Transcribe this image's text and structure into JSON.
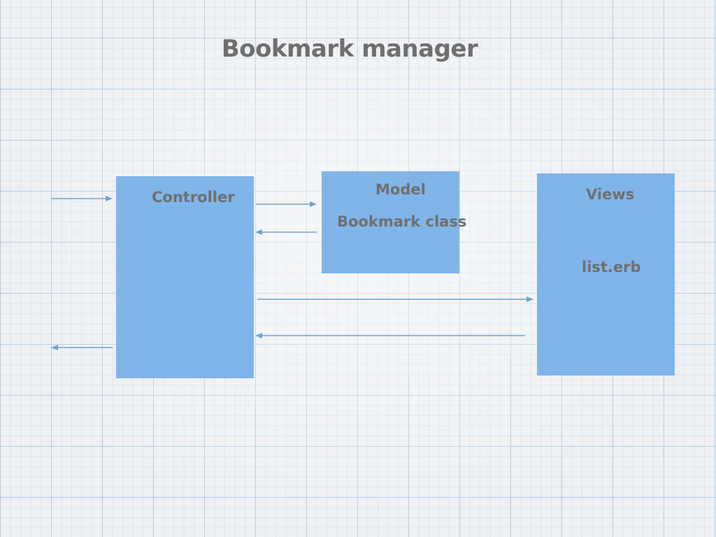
{
  "title": "Bookmark manager",
  "colors": {
    "box_fill": "#80b5e9",
    "text": "#6f6f6f",
    "arrow": "#6fa3cf",
    "grid": "#96b9d7"
  },
  "nodes": {
    "controller": {
      "label": "Controller"
    },
    "model": {
      "label": "Model",
      "sublabel": "Bookmark class"
    },
    "views": {
      "label": "Views",
      "sublabel": "list.erb"
    }
  },
  "edges": [
    {
      "from": "input",
      "to": "controller"
    },
    {
      "from": "controller",
      "to": "model"
    },
    {
      "from": "model",
      "to": "controller"
    },
    {
      "from": "controller",
      "to": "views"
    },
    {
      "from": "views",
      "to": "controller"
    },
    {
      "from": "controller",
      "to": "output"
    }
  ]
}
